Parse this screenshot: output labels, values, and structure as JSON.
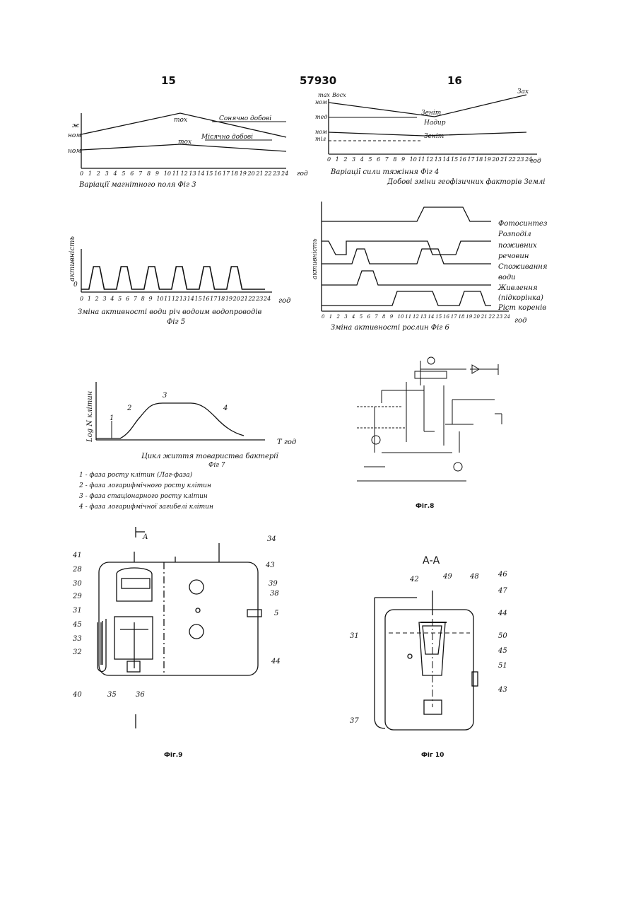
{
  "header": {
    "page_left": "15",
    "doc_number": "57930",
    "page_right": "16"
  },
  "fig3": {
    "y_labels": [
      "ж",
      "ном",
      "ном"
    ],
    "solar_label": "Сонячно добові",
    "lunar_label": "Місячно добові",
    "tmax_upper": "тох",
    "tmax_lower": "тох",
    "x_ticks": [
      "0",
      "1",
      "2",
      "3",
      "4",
      "5",
      "6",
      "7",
      "8",
      "9",
      "10",
      "11",
      "12",
      "13",
      "14",
      "15",
      "16",
      "17",
      "18",
      "19",
      "20",
      "21",
      "22",
      "23",
      "24"
    ],
    "x_unit": "год",
    "caption": "Варіації магнітного поля Фіг 3"
  },
  "fig4": {
    "y_labels": [
      "тах",
      "Восх",
      "ном",
      "тед",
      "ном",
      "тіл"
    ],
    "label_end": "Зах",
    "label_zenith_upper": "Зеніт",
    "label_nadir": "Надир",
    "label_zenith_lower": "Зеніт",
    "x_ticks": [
      "0",
      "1",
      "2",
      "3",
      "4",
      "5",
      "6",
      "7",
      "8",
      "9",
      "10",
      "11",
      "12",
      "13",
      "14",
      "15",
      "16",
      "17",
      "18",
      "19",
      "20",
      "21",
      "22",
      "23",
      "24"
    ],
    "x_unit": "год",
    "caption": "Варіації сили тяжіння Фіг 4",
    "subcaption": "Добові зміни геофізичних факторів Землі"
  },
  "fig5": {
    "ylabel": "активність",
    "x_ticks": [
      "0",
      "1",
      "2",
      "3",
      "4",
      "5",
      "6",
      "7",
      "8",
      "9",
      "10",
      "11",
      "12",
      "13",
      "14",
      "15",
      "16",
      "17",
      "18",
      "19",
      "20",
      "21",
      "22",
      "23",
      "24"
    ],
    "x_unit": "год",
    "caption": "Зміна активності води річ водоим водопроводів",
    "fig_label": "Фіг 5"
  },
  "chart_data": {
    "type": "line",
    "title": "Зміна активності води річ водоим водопроводів",
    "xlabel": "год",
    "ylabel": "активність",
    "xlim": [
      0,
      24
    ],
    "x": [
      0,
      1,
      1.6,
      2.4,
      3,
      4.6,
      5.2,
      6,
      6.6,
      8.2,
      8.8,
      9.6,
      10.2,
      11.8,
      12.4,
      13.2,
      13.8,
      15.4,
      16,
      16.8,
      17.4,
      19,
      19.6,
      20.4,
      21,
      22.6,
      23.2,
      24
    ],
    "series": [
      {
        "values": [
          0,
          0,
          1,
          1,
          0,
          0,
          1,
          1,
          0,
          0,
          1,
          1,
          0,
          0,
          1,
          1,
          0,
          0,
          1,
          1,
          0,
          0,
          1,
          1,
          0,
          0,
          0,
          0
        ]
      }
    ]
  },
  "fig6": {
    "ylabel": "активність",
    "labels": [
      "Фотосинтез",
      "Розподіл",
      "поживних",
      "речовин",
      "Споживання",
      "води",
      "Живлення",
      "(підкорінка)",
      "Ріст коренів"
    ],
    "x_ticks": [
      "0",
      "1",
      "2",
      "3",
      "4",
      "5",
      "6",
      "7",
      "8",
      "9",
      "10",
      "11",
      "12",
      "13",
      "14",
      "15",
      "16",
      "17",
      "18",
      "19",
      "20",
      "21",
      "22",
      "23",
      "24"
    ],
    "x_unit": "год",
    "caption": "Зміна активності рослин Фіг 6"
  },
  "fig7": {
    "ylabel": "Log N клітин",
    "x_unit": "Т год",
    "phase_marks": [
      "1",
      "2",
      "3",
      "4"
    ],
    "caption": "Цикл життя товариства бактерії",
    "fig_label": "Фіг 7",
    "legend": [
      "1 - фаза росту клітин (Лаг-фаза)",
      "2 - фаза логарифмічного росту клітин",
      "3 - фаза стаціонарного росту клітин",
      "4 - фаза логарифмічної загибелі клітин"
    ]
  },
  "fig8": {
    "caption": "Фіг.8"
  },
  "fig9": {
    "section": "А",
    "numbers": [
      "41",
      "28",
      "30",
      "29",
      "31",
      "45",
      "33",
      "32",
      "40",
      "35",
      "36",
      "34",
      "43",
      "39",
      "38",
      "5",
      "44"
    ],
    "caption": "Фіг.9"
  },
  "fig10": {
    "title": "А-А",
    "numbers": [
      "42",
      "49",
      "48",
      "46",
      "47",
      "44",
      "50",
      "45",
      "51",
      "43",
      "31",
      "37"
    ],
    "caption": "Фіг 10"
  }
}
